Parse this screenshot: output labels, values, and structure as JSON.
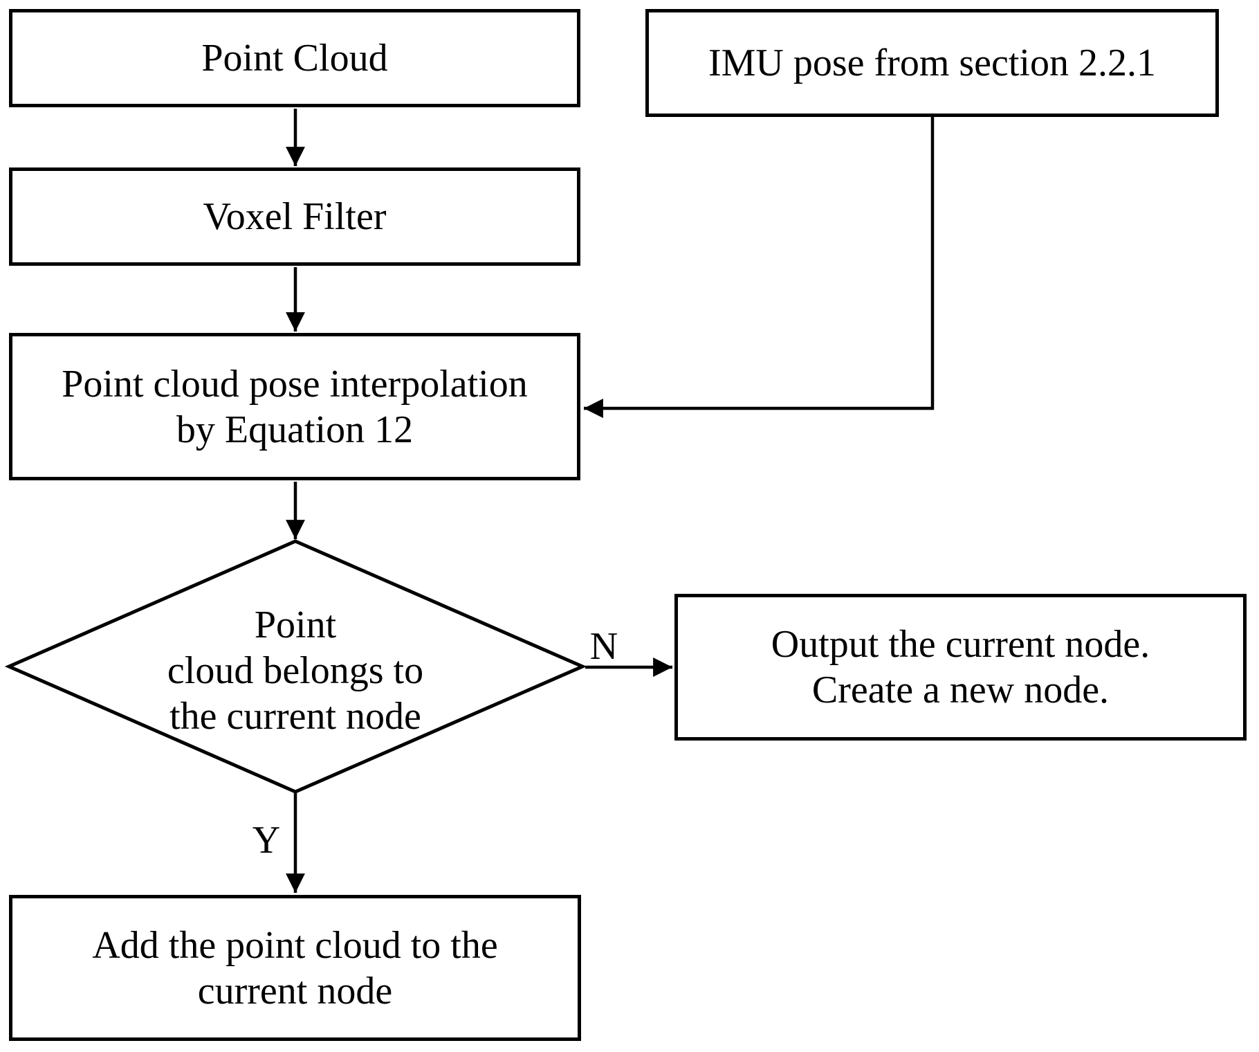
{
  "figure": {
    "type": "flowchart",
    "background_color": "#ffffff",
    "stroke_color": "#000000",
    "text_color": "#000000"
  },
  "nodes": {
    "point_cloud": {
      "shape": "rect",
      "label": "Point Cloud"
    },
    "imu_pose": {
      "shape": "rect",
      "label": "IMU pose from section 2.2.1"
    },
    "voxel_filter": {
      "shape": "rect",
      "label": "Voxel Filter"
    },
    "pose_interpolation": {
      "shape": "rect",
      "lines": [
        "Point cloud pose interpolation",
        "by Equation 12"
      ]
    },
    "decision": {
      "shape": "diamond",
      "lines": [
        "Point",
        "cloud belongs to",
        "the current node"
      ]
    },
    "output_node": {
      "shape": "rect",
      "lines": [
        "Output the current node.",
        "Create a new node."
      ]
    },
    "add_node": {
      "shape": "rect",
      "lines": [
        "Add the point cloud to the",
        "current node"
      ]
    }
  },
  "edges": [
    {
      "from": "point_cloud",
      "to": "voxel_filter",
      "label": ""
    },
    {
      "from": "voxel_filter",
      "to": "pose_interpolation",
      "label": ""
    },
    {
      "from": "imu_pose",
      "to": "pose_interpolation",
      "label": ""
    },
    {
      "from": "pose_interpolation",
      "to": "decision",
      "label": ""
    },
    {
      "from": "decision",
      "to": "output_node",
      "label": "N"
    },
    {
      "from": "decision",
      "to": "add_node",
      "label": "Y"
    }
  ]
}
